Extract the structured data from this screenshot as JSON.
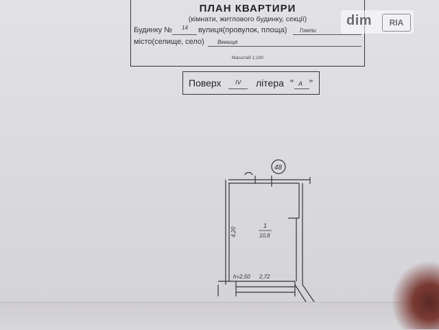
{
  "header": {
    "title": "ПЛАН КВАРТИРИ",
    "subtitle": "(кімнати, житлового будинку, секції)",
    "building_label": "Будинку №",
    "building_number": "14",
    "street_label": "вулиця(провулок, площа)",
    "street_value": "Гонти",
    "city_label": "місто(селище, село)",
    "city_value": "Вінниця",
    "scale_label": "Масштаб 1:100"
  },
  "floor": {
    "floor_label": "Поверх",
    "floor_value": "IV",
    "letter_label": "літера",
    "letter_value": "А"
  },
  "plan": {
    "circle_label": "48",
    "room_number": "1",
    "room_area": "10,8",
    "dim_vertical": "4,20",
    "height_label": "h=2,50",
    "dim_horizontal": "2,72"
  },
  "watermark": {
    "logo_text": "dim",
    "logo_badge": "RIA"
  }
}
